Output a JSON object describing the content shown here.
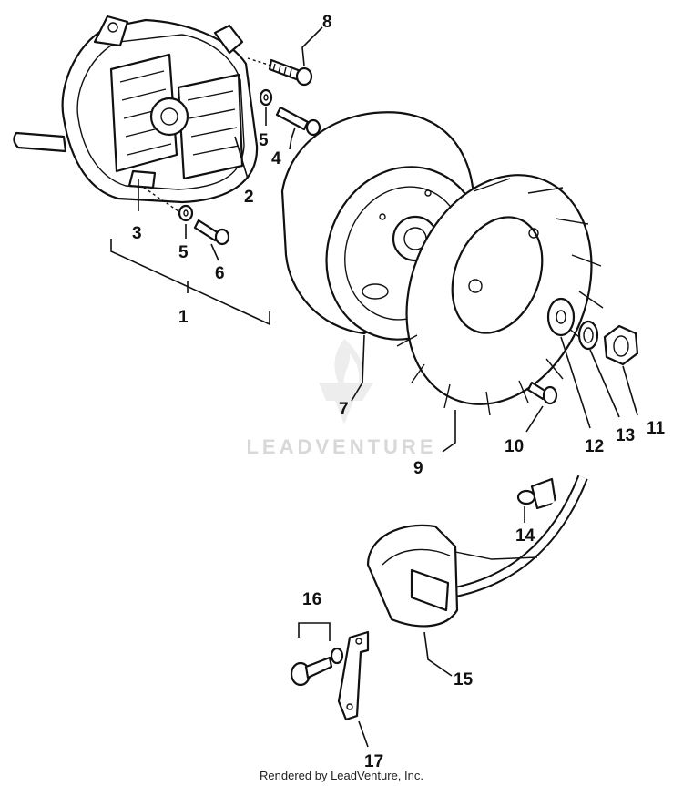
{
  "diagram": {
    "labels": [
      "1",
      "2",
      "3",
      "4",
      "5",
      "5",
      "6",
      "7",
      "8",
      "9",
      "10",
      "11",
      "12",
      "13",
      "14",
      "15",
      "16",
      "17"
    ]
  },
  "watermark": "LEADVENTURE",
  "footer": "Rendered by LeadVenture, Inc."
}
